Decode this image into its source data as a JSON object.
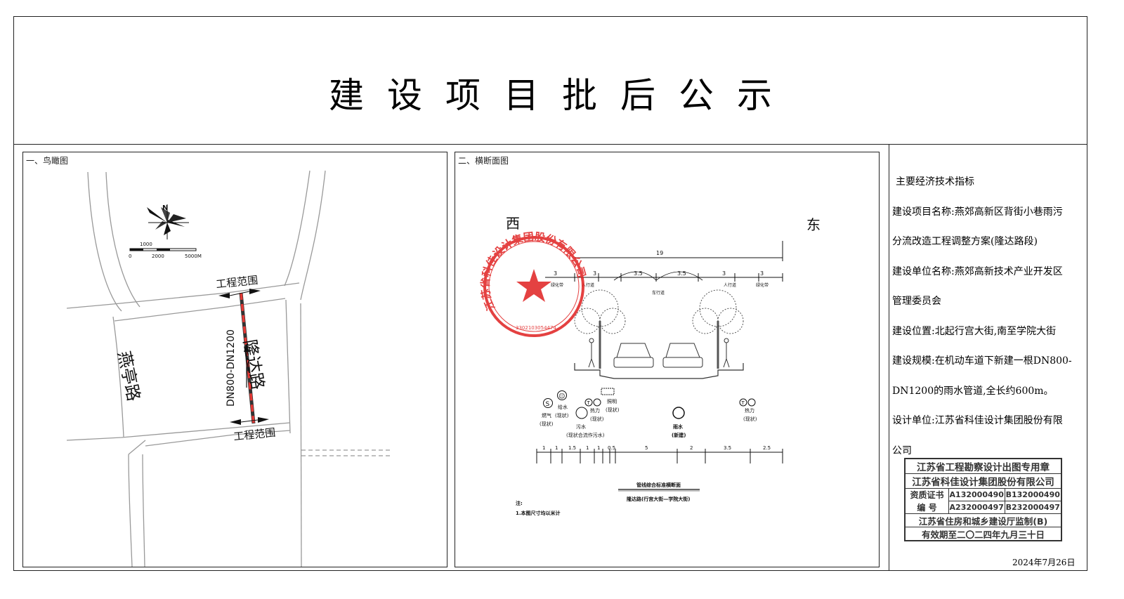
{
  "header": {
    "title": "建设项目批后公示"
  },
  "aerial": {
    "label": "一、鸟瞰图",
    "compass": "N",
    "scale_ticks": [
      "1000",
      "0",
      "2000",
      "5000M"
    ],
    "range_top": "工程范围",
    "range_bottom": "工程范围",
    "road_main": "隆达路",
    "road_side": "燕亭路",
    "pipe": "DN800-DN1200"
  },
  "section": {
    "label": "二、横断面图",
    "west": "西",
    "east": "东",
    "total_width": "19",
    "segments": [
      "3",
      "3",
      "3.5",
      "3.5",
      "3",
      "3"
    ],
    "lane_labels": [
      "绿化带",
      "人行道",
      "车行道",
      "人行道",
      "绿化带"
    ],
    "utilities": [
      {
        "id": "gas",
        "symbol": "S",
        "line1": "燃气",
        "line2": "(现状)"
      },
      {
        "id": "water",
        "symbol": "☺",
        "line1": "给水",
        "line2": "(现状)"
      },
      {
        "id": "sewer",
        "symbol": "",
        "line1": "污水",
        "line2": "(现状合流作污水)"
      },
      {
        "id": "heat1",
        "symbol": "T",
        "line1": "热力",
        "line2": "(现状)"
      },
      {
        "id": "light",
        "symbol": "",
        "line1": "照明",
        "line2": "(现状)"
      },
      {
        "id": "rain",
        "symbol": "",
        "line1": "雨水",
        "line2": "(新建)"
      },
      {
        "id": "heat2",
        "symbol": "T",
        "line1": "热力",
        "line2": "(现状)"
      }
    ],
    "bottom_dims": [
      "1",
      "1",
      "1.5",
      "1",
      "1",
      "0.5",
      "5",
      "2",
      "3.5",
      "2.5"
    ],
    "caption1": "管线综合标准横断面",
    "caption2": "隆达路(行宫大街—学院大街)",
    "note_title": "注:",
    "note_text": "1.本图尺寸均以米计",
    "seal_text": "江苏省科佳设计集团股份有限公司",
    "seal_number": "3302103054474"
  },
  "info": {
    "heading": "主要经济技术指标",
    "lines": [
      "建设项目名称:燕郊高新区背街小巷雨污",
      "分流改造工程调整方案(隆达路段)",
      "建设单位名称:燕郊高新技术产业开发区",
      "管理委员会",
      "建设位置:北起行宫大街,南至学院大街",
      "建设规模:在机动车道下新建一根DN800-",
      "DN1200的雨水管道,全长约600m。",
      "设计单位:江苏省科佳设计集团股份有限",
      "公司"
    ]
  },
  "stamp": {
    "title": "江苏省工程勘察设计出图专用章",
    "company": "江苏省科佳设计集团股份有限公司",
    "cert_label1": "资质证书",
    "cert_label2": "编 号",
    "cert1": "A132000490",
    "cert2": "B132000490",
    "cert3": "A232000497",
    "cert4": "B232000497",
    "supervisor": "江苏省住房和城乡建设厅监制(B)",
    "validity": "有效期至二〇二四年九月三十日"
  },
  "date": "2024年7月26日"
}
